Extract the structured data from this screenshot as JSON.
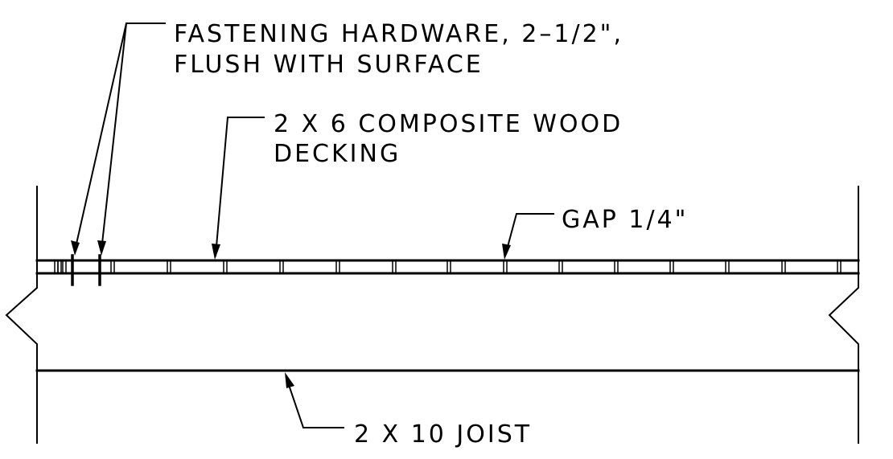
{
  "labels": {
    "fastening_line1": "FASTENING HARDWARE, 2–1/2\",",
    "fastening_line2": "FLUSH WITH SURFACE",
    "decking_line1": "2 X 6 COMPOSITE WOOD",
    "decking_line2": "DECKING",
    "gap": "GAP 1/4\"",
    "joist": "2 X 10 JOIST"
  }
}
